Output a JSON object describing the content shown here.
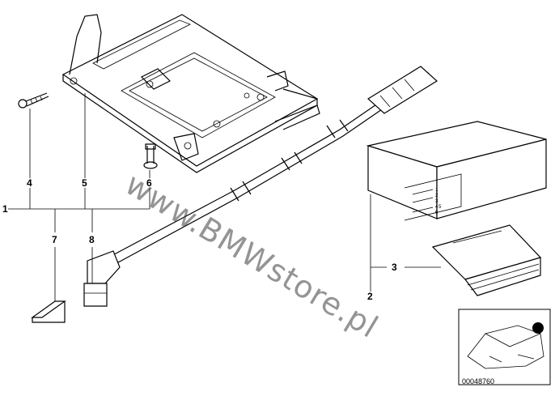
{
  "diagram": {
    "parts": [
      {
        "number": "1"
      },
      {
        "number": "2"
      },
      {
        "number": "3"
      },
      {
        "number": "4"
      },
      {
        "number": "5"
      },
      {
        "number": "6"
      },
      {
        "number": "7"
      },
      {
        "number": "8"
      }
    ],
    "watermark": "www.BMWstore.pl",
    "reference_code": "00048760",
    "display_digits": [
      "1",
      "2",
      "3",
      "4",
      "5",
      "6"
    ]
  }
}
